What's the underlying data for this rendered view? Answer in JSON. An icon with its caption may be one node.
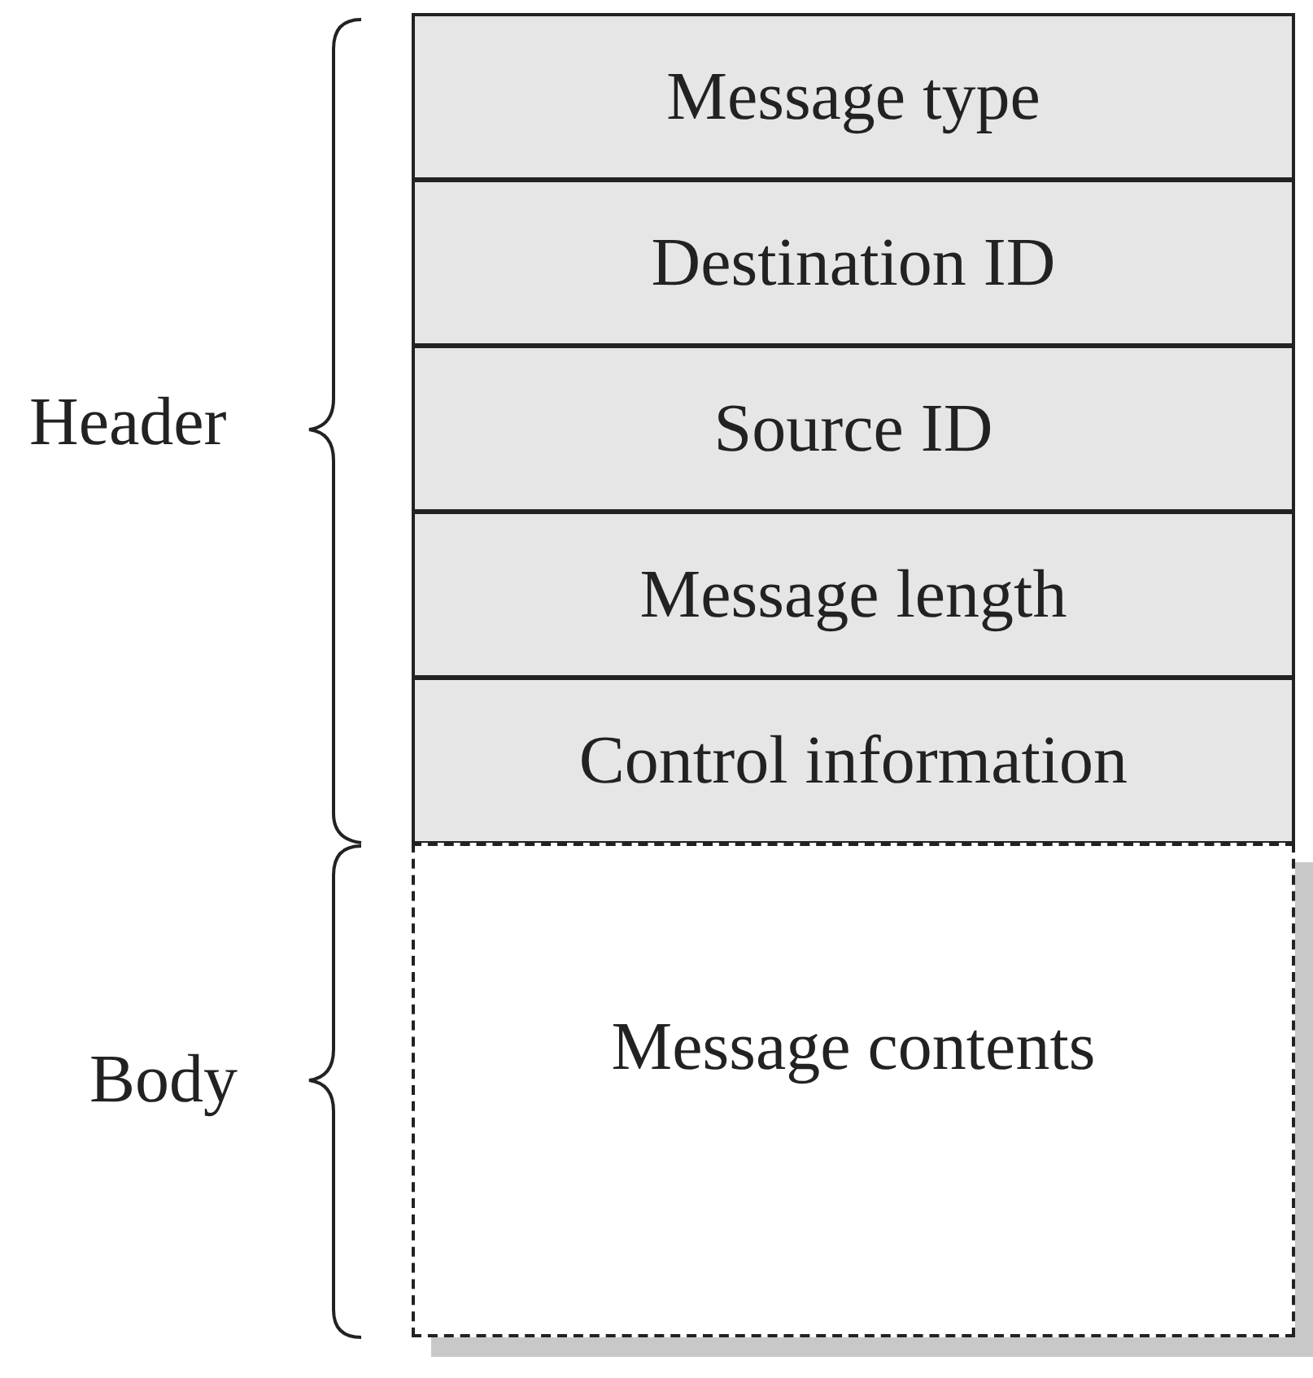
{
  "diagram": {
    "nodes": [
      {
        "text": [
          "Message type"
        ]
      },
      {
        "text": [
          "Destination ID"
        ]
      },
      {
        "text": [
          "Source ID"
        ]
      },
      {
        "text": [
          "Message length"
        ]
      },
      {
        "text": [
          "Control information"
        ]
      },
      {
        "text": [
          "Message contents"
        ]
      }
    ],
    "edges": [],
    "labels": [
      "Header",
      "Body"
    ]
  }
}
